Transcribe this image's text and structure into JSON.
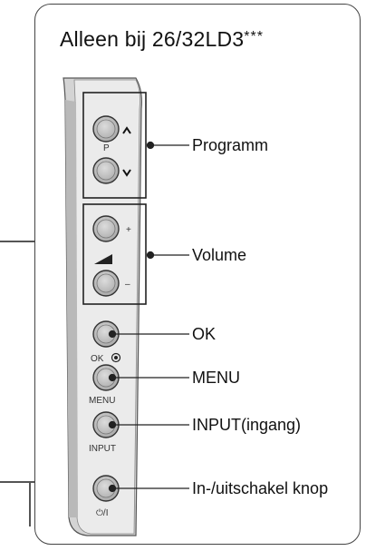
{
  "title": {
    "main": "Alleen bij 26/32LD3",
    "stars": "***"
  },
  "button_labels": {
    "p": "P",
    "volume_plus": "+",
    "volume_minus": "–",
    "ok": "OK",
    "menu": "MENU",
    "input": "INPUT",
    "power": "⏻/I"
  },
  "callouts": {
    "programm": "Programm",
    "volume": "Volume",
    "ok": "OK",
    "menu": "MENU",
    "input": "INPUT(ingang)",
    "power": "In-/uitschakel knop"
  },
  "colors": {
    "panel_fill": "#e9e9e9",
    "panel_shade": "#bdbdbd",
    "button_fill": "#c8c8c8",
    "line": "#222222"
  }
}
